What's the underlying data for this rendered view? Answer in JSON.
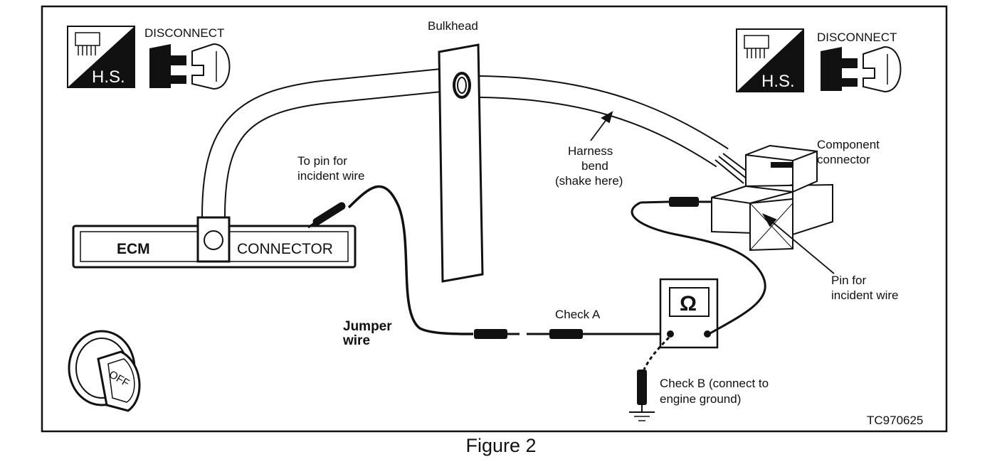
{
  "figure": {
    "caption": "Figure 2",
    "code": "TC970625"
  },
  "labels": {
    "bulkhead": "Bulkhead",
    "disconnect_left": "DISCONNECT",
    "disconnect_right": "DISCONNECT",
    "hs_left": "H.S.",
    "hs_right": "H.S.",
    "ecm": "ECM",
    "connector": "CONNECTOR",
    "to_pin_line1": "To pin for",
    "to_pin_line2": "incident wire",
    "harness_line1": "Harness",
    "harness_line2": "bend",
    "harness_line3": "(shake here)",
    "component_line1": "Component",
    "component_line2": "connector",
    "pin_line1": "Pin for",
    "pin_line2": "incident wire",
    "check_a": "Check A",
    "jumper_line1": "Jumper",
    "jumper_line2": "wire",
    "check_b_line1": "Check B (connect to",
    "check_b_line2": "engine ground)",
    "ohm_symbol": "Ω",
    "key_off": "OFF"
  }
}
